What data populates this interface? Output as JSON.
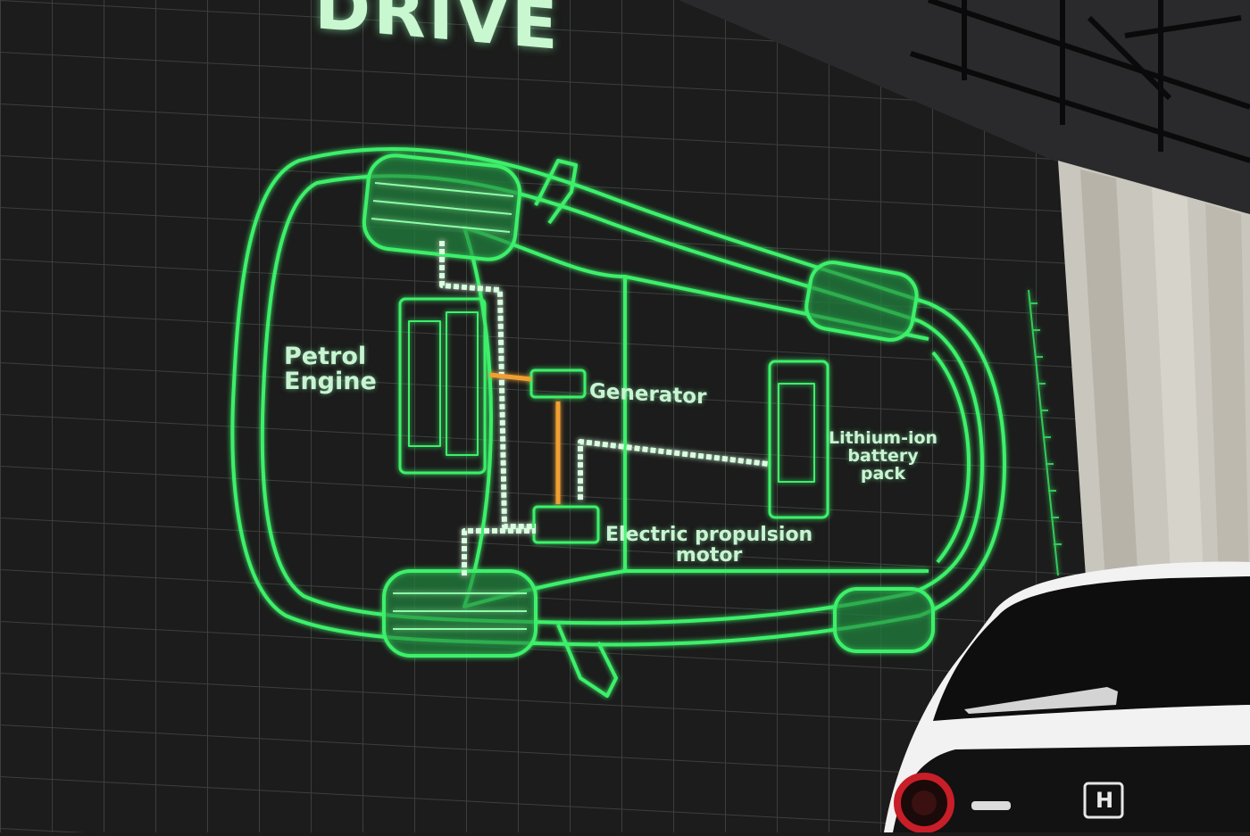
{
  "screen": {
    "title": "DRIVE",
    "labels": {
      "petrol_engine": [
        "Petrol",
        "Engine"
      ],
      "generator": "Generator",
      "lithium_battery": [
        "Lithium-ion",
        "battery",
        "pack"
      ],
      "electric_motor": [
        "Electric propulsion",
        "motor"
      ]
    }
  },
  "car": {
    "badge": "H",
    "body_color": "#f2f2f2",
    "glass_color": "#0e0e0e",
    "tail_light_color": "#c81e28"
  },
  "colors": {
    "screen_bg": "#1b1c1b",
    "grid": "#3c3f3d",
    "wireframe": "#3ef06a",
    "link_orange": "#f0a030",
    "text": "#c8f4d2",
    "wall": "#c9c6bd"
  }
}
